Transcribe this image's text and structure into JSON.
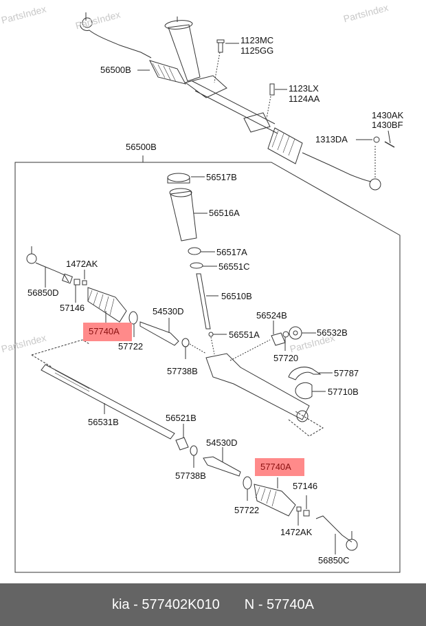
{
  "watermark": "PartsIndex",
  "highlight_color": "#ff8a8a",
  "labels": {
    "top_assembly": "56500B",
    "group_assembly": "56500B",
    "bolt_a1": "1123MC",
    "bolt_a2": "1125GG",
    "bolt_b1": "1123LX",
    "bolt_b2": "1124AA",
    "pin_1": "1430AK",
    "pin_2": "1430BF",
    "nut": "1313DA",
    "cap_top": "56517B",
    "housing": "56516A",
    "cap_low": "56517A",
    "seal_c": "56551C",
    "pinion": "56510B",
    "seal_a": "56551A",
    "yoke": "56524B",
    "plug": "56532B",
    "yoke_nut": "57720",
    "bracket": "57787",
    "bushing": "57710B",
    "tie_end_left": "56850D",
    "lock_left": "1472AK",
    "nut_left": "57146",
    "boot_left": "57740A",
    "clip_left": "57722",
    "inner_rod_left": "54530D",
    "ring_left": "57738B",
    "rack": "56531B",
    "ring_gear": "56521B",
    "inner_rod_right": "54530D",
    "ring_right": "57738B",
    "boot_right": "57740A",
    "nut_right": "57146",
    "clip_right": "57722",
    "lock_right": "1472AK",
    "tie_end_right": "56850C"
  },
  "footer": {
    "brand": "kia",
    "separator": "-",
    "part_number": "577402K010",
    "position_prefix": "N",
    "position_code": "57740A"
  }
}
